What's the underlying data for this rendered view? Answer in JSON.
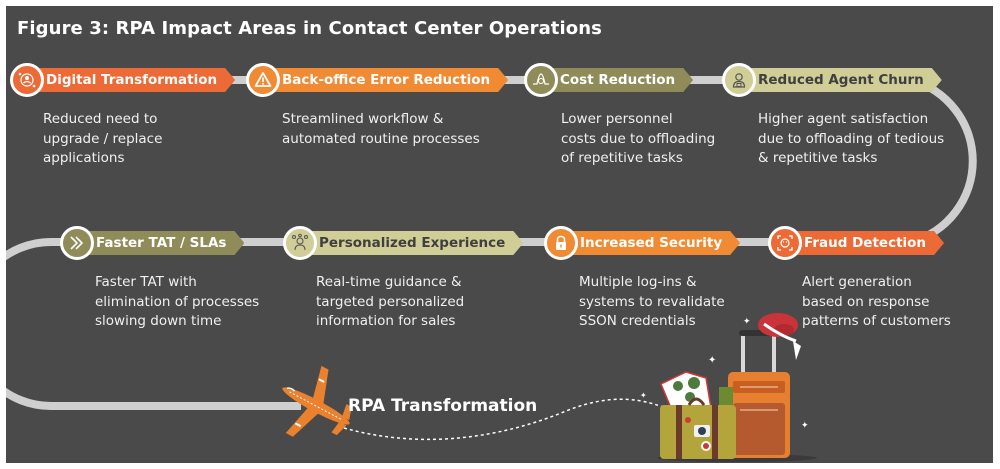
{
  "figure": {
    "title": "Figure 3: RPA Impact Areas in Contact Center Operations",
    "footer_label": "RPA Transformation"
  },
  "colors": {
    "background": "#4a4a4a",
    "track": "#cfcfcf",
    "orange_red": "#ec6a35",
    "orange": "#f08a33",
    "olive": "#8f8c5a",
    "khaki": "#d1cd97",
    "dark_text": "#3f3f3f",
    "white": "#ffffff"
  },
  "steps": [
    {
      "title": "Digital Transformation",
      "icon": "network-user-icon",
      "color": "orange_red",
      "description": "Reduced need to\nupgrade / replace\napplications"
    },
    {
      "title": "Back-office Error Reduction",
      "icon": "warning-icon",
      "color": "orange",
      "description": "Streamlined workflow &\nautomated routine processes"
    },
    {
      "title": "Cost Reduction",
      "icon": "cost-person-icon",
      "color": "olive",
      "description": "Lower personnel\ncosts due to offloading\nof repetitive tasks"
    },
    {
      "title": "Reduced Agent Churn",
      "icon": "agent-icon",
      "color": "khaki",
      "description": "Higher agent satisfaction\ndue to offloading of tedious\n& repetitive tasks"
    },
    {
      "title": "Fraud Detection",
      "icon": "face-scan-icon",
      "color": "orange_red",
      "description": "Alert generation\nbased on response\npatterns of customers"
    },
    {
      "title": "Increased Security",
      "icon": "lock-icon",
      "color": "orange",
      "description": "Multiple log-ins &\nsystems to revalidate\nSSON credentials"
    },
    {
      "title": "Personalized Experience",
      "icon": "group-users-icon",
      "color": "khaki",
      "description": "Real-time guidance &\ntargeted personalized\ninformation for sales"
    },
    {
      "title": "Faster TAT / SLAs",
      "icon": "fast-forward-icon",
      "color": "olive",
      "description": "Faster TAT with\nelimination of processes\nslowing down time"
    }
  ]
}
